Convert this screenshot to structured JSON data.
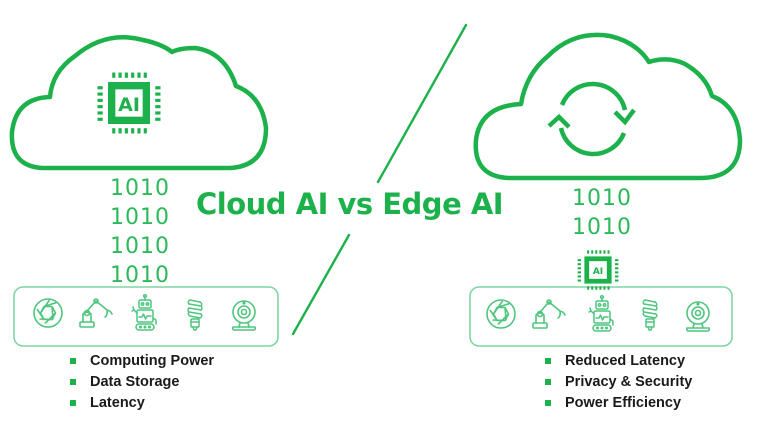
{
  "title": "Cloud AI vs Edge AI",
  "colors": {
    "primary_green": "#1db14b",
    "light_green": "#6fd29a",
    "text_dark": "#1a1a1a",
    "background": "#ffffff"
  },
  "cloud_ai": {
    "cloud_icon": "cloud-icon",
    "chip_icon": "ai-chip-icon",
    "chip_label": "AI",
    "binary_lines": [
      "1010",
      "1010",
      "1010",
      "1010"
    ],
    "devices": [
      "camera-shutter-icon",
      "robotic-arm-icon",
      "robot-icon",
      "light-bulb-icon",
      "webcam-icon"
    ],
    "bullets": [
      "Computing Power",
      "Data Storage",
      "Latency"
    ]
  },
  "edge_ai": {
    "cloud_icon": "cloud-icon",
    "sync_icon": "sync-arrows-icon",
    "chip_icon": "ai-chip-icon",
    "chip_label": "AI",
    "binary_lines": [
      "1010",
      "1010"
    ],
    "devices": [
      "camera-shutter-icon",
      "robotic-arm-icon",
      "robot-icon",
      "light-bulb-icon",
      "webcam-icon"
    ],
    "bullets": [
      "Reduced Latency",
      "Privacy & Security",
      "Power Efficiency"
    ]
  }
}
